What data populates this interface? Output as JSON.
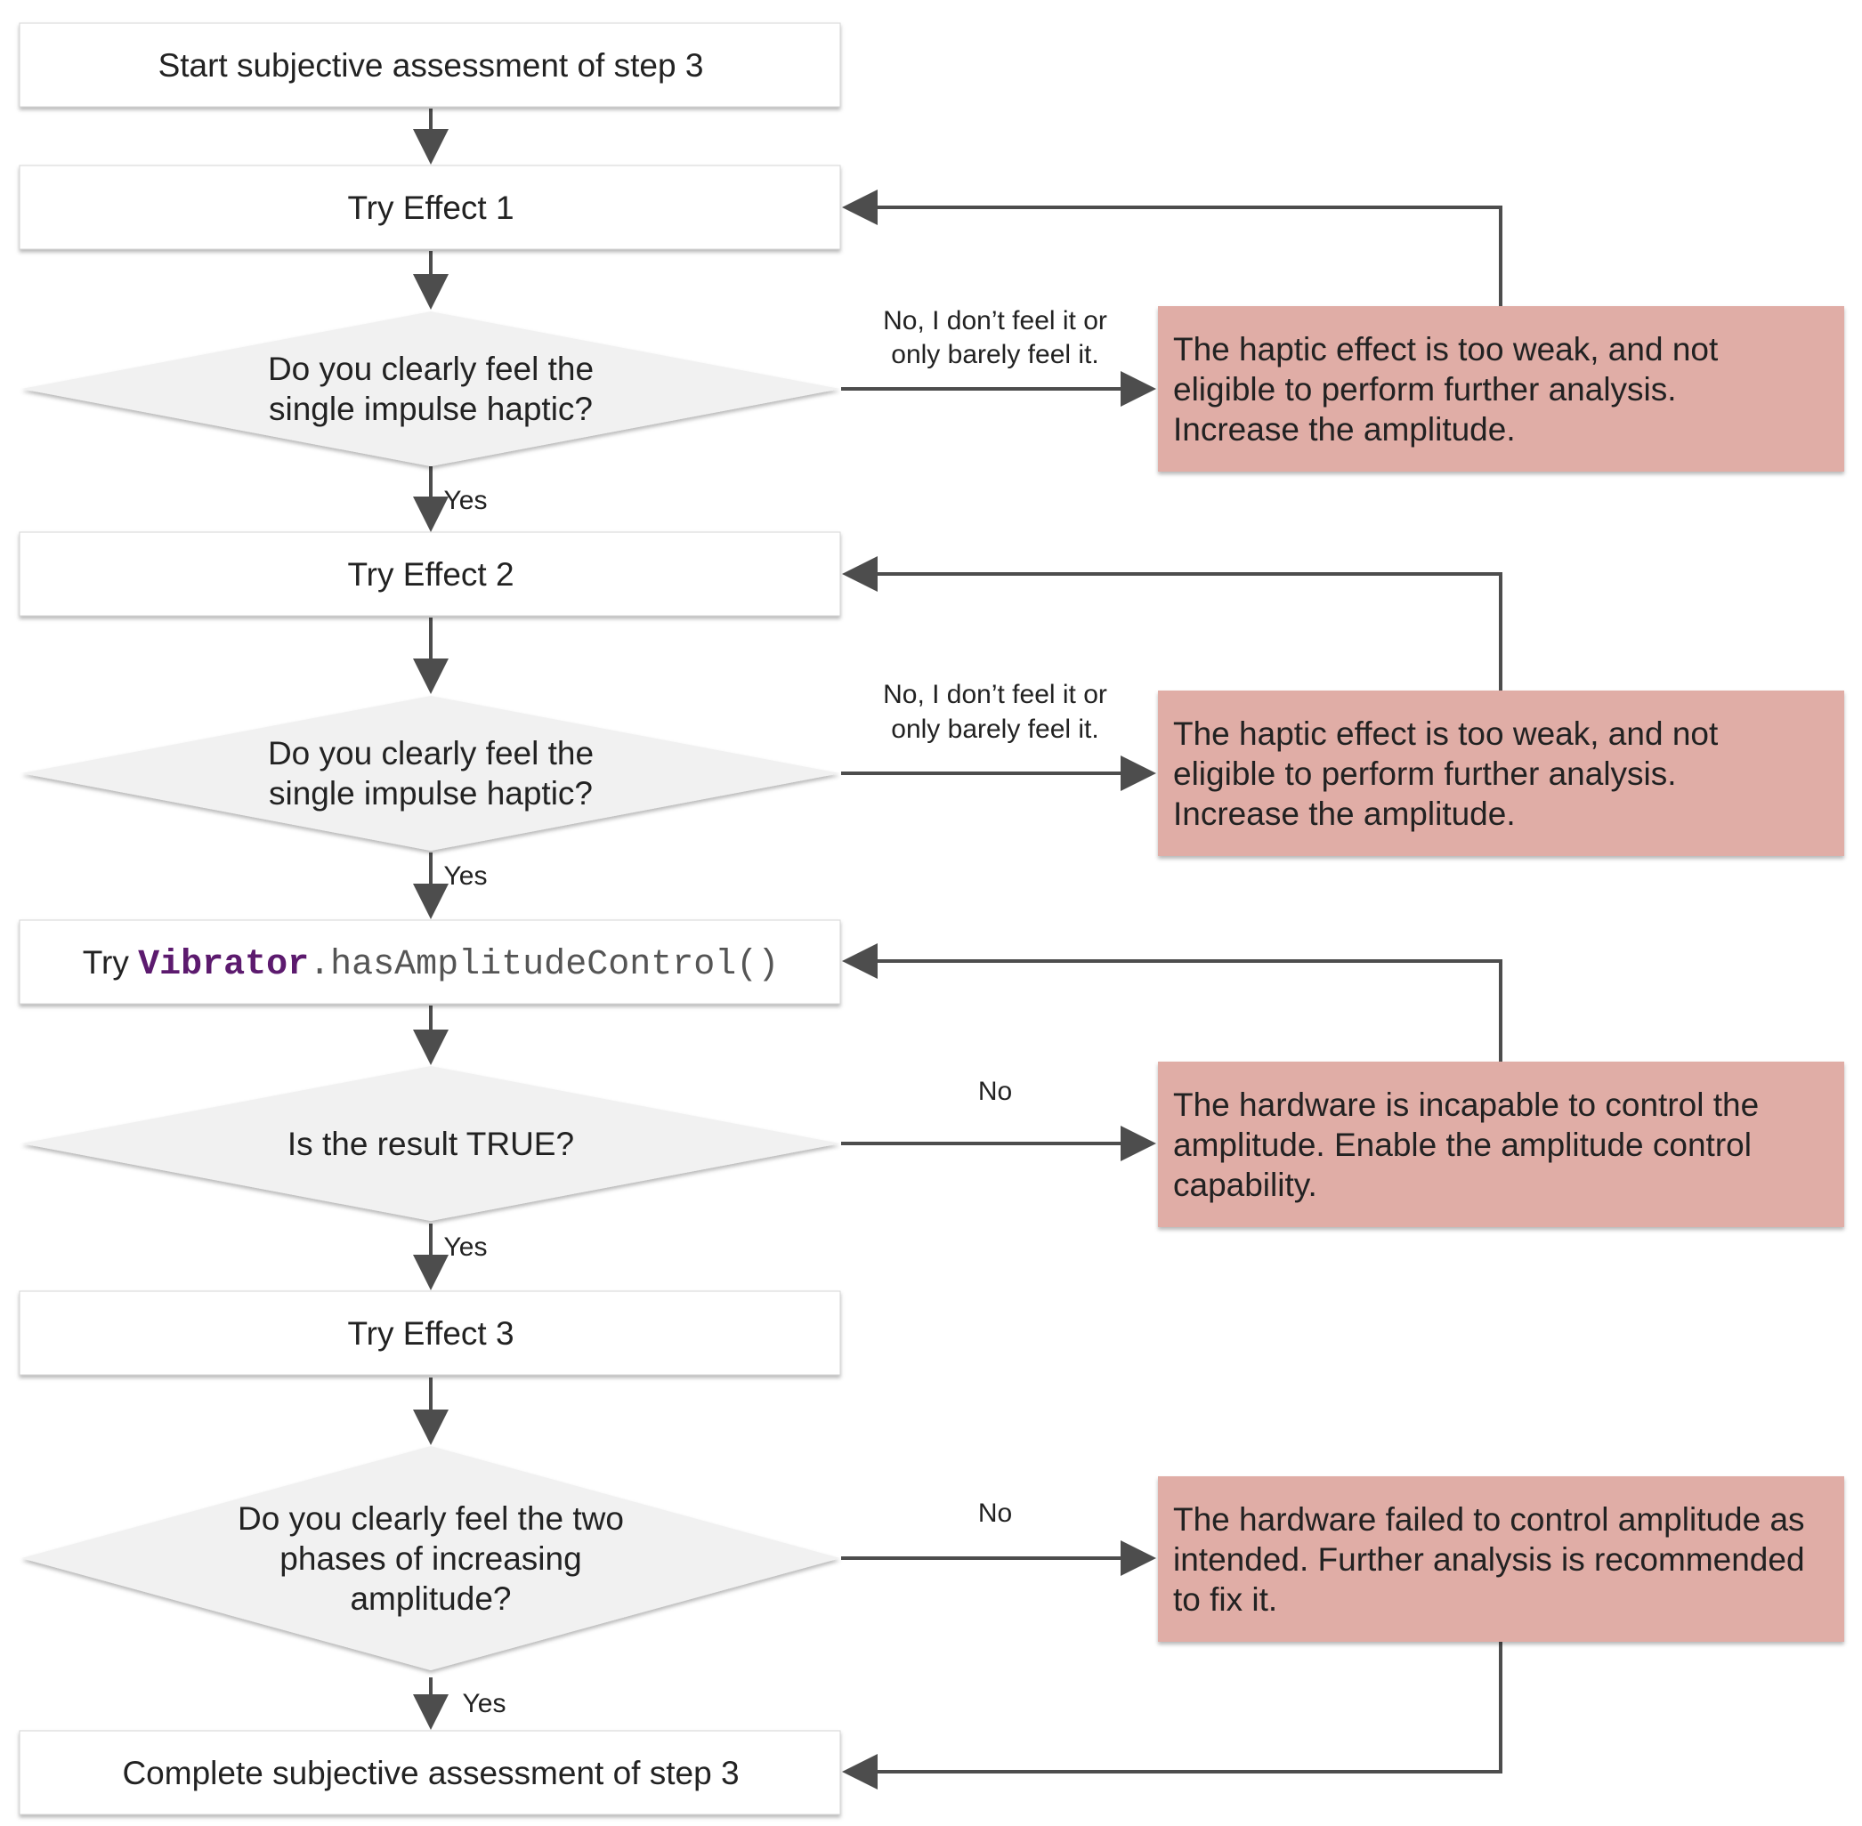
{
  "nodes": {
    "start": "Start subjective assessment of step 3",
    "effect1": "Try Effect 1",
    "q1": [
      "Do you clearly feel the",
      "single impulse haptic?"
    ],
    "effect2": "Try Effect 2",
    "q2": [
      "Do you clearly feel the",
      "single impulse haptic?"
    ],
    "try_api": {
      "prefix": "Try ",
      "class_name": "Vibrator",
      "method": ".hasAmplitudeControl()"
    },
    "q3": "Is the result TRUE?",
    "effect3": "Try Effect 3",
    "q4": [
      "Do you clearly feel the two",
      "phases of increasing",
      "amplitude?"
    ],
    "complete": "Complete subjective assessment of step 3"
  },
  "outcomes": {
    "weak1": [
      "The haptic effect is too weak, and not",
      "eligible to perform further analysis.",
      "Increase the amplitude."
    ],
    "weak2": [
      "The haptic effect is too weak, and not",
      "eligible to perform further analysis.",
      "Increase the amplitude."
    ],
    "incapable": [
      "The hardware is incapable to control the",
      "amplitude. Enable the amplitude control",
      "capability."
    ],
    "failed": [
      "The hardware failed to control amplitude as",
      "intended. Further analysis is recommended",
      "to fix it."
    ]
  },
  "edge_labels": {
    "no_feel": [
      "No, I don’t feel it or",
      "only barely feel it."
    ],
    "no": "No",
    "yes": "Yes"
  },
  "colors": {
    "box_fill": "#ffffff",
    "diamond_fill": "#f1f1f1",
    "outcome_fill": "#e0ada6",
    "line": "#4d4d4d",
    "code_class": "#5c1a6e",
    "code_method": "#555555"
  }
}
